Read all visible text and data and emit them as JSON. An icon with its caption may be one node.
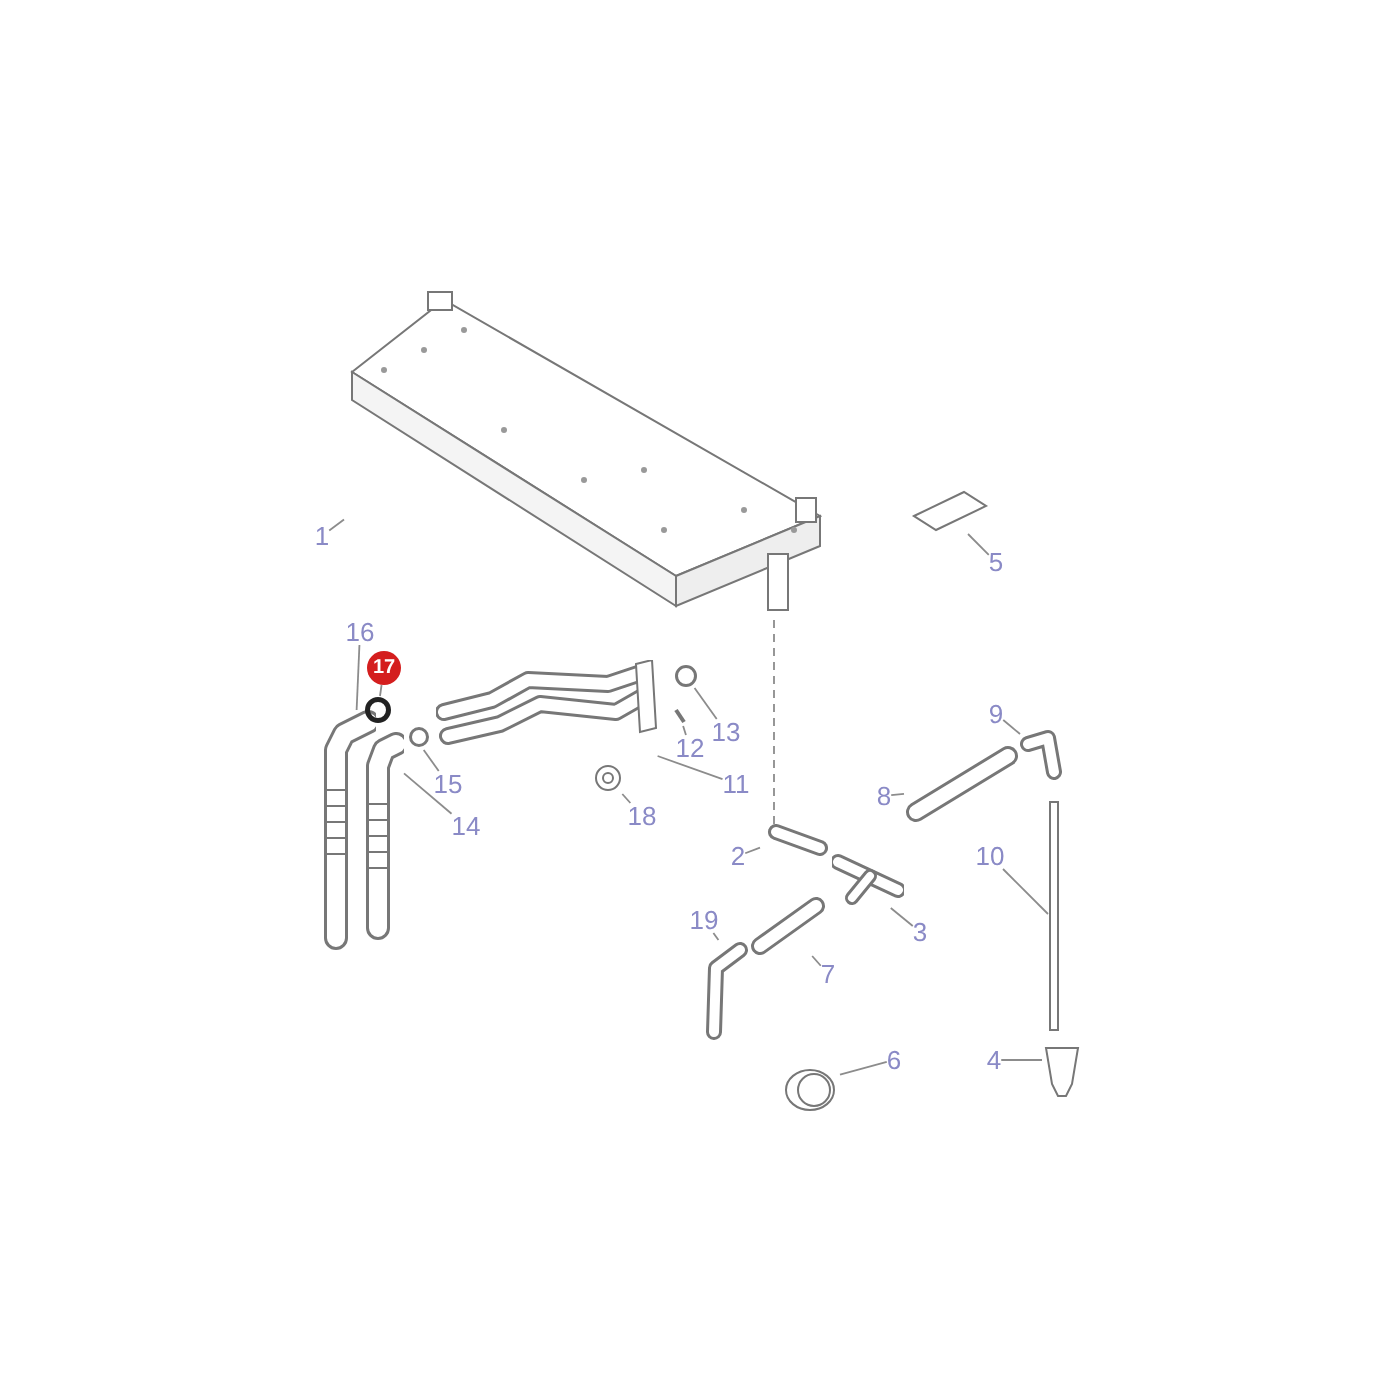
{
  "diagram": {
    "nodes": [
      {
        "text": [
          "1"
        ]
      },
      {
        "text": [
          "5"
        ]
      },
      {
        "text": [
          "16"
        ]
      },
      {
        "text": [
          "17"
        ]
      },
      {
        "text": [
          "13"
        ]
      },
      {
        "text": [
          "12"
        ]
      },
      {
        "text": [
          "11"
        ]
      },
      {
        "text": [
          "15"
        ]
      },
      {
        "text": [
          "18"
        ]
      },
      {
        "text": [
          "14"
        ]
      },
      {
        "text": [
          "9"
        ]
      },
      {
        "text": [
          "8"
        ]
      },
      {
        "text": [
          "2"
        ]
      },
      {
        "text": [
          "10"
        ]
      },
      {
        "text": [
          "3"
        ]
      },
      {
        "text": [
          "19"
        ]
      },
      {
        "text": [
          "7"
        ]
      },
      {
        "text": [
          "6"
        ]
      },
      {
        "text": [
          "4"
        ]
      },
      {
        "text": [],
        "shape": "picture"
      },
      {
        "text": [],
        "shape": "picture"
      },
      {
        "text": [],
        "shape": "picture"
      },
      {
        "text": [],
        "shape": "circle"
      },
      {
        "text": [],
        "shape": "circle"
      },
      {
        "text": [],
        "shape": "picture"
      },
      {
        "text": [],
        "shape": "picture"
      },
      {
        "text": [],
        "shape": "circle"
      },
      {
        "text": [],
        "shape": "picture"
      },
      {
        "text": [],
        "shape": "picture"
      },
      {
        "text": [],
        "shape": "picture"
      },
      {
        "text": [],
        "shape": "picture"
      },
      {
        "text": [],
        "shape": "picture"
      },
      {
        "text": [],
        "shape": "box"
      },
      {
        "text": [],
        "shape": "picture"
      },
      {
        "text": [],
        "shape": "picture"
      },
      {
        "text": [],
        "shape": "picture"
      },
      {
        "text": [],
        "shape": "picture"
      },
      {
        "text": [],
        "shape": "picture"
      }
    ],
    "edges": [
      {
        "from": 0,
        "to": 19,
        "arrow": "none"
      },
      {
        "from": 1,
        "to": 20,
        "arrow": "none"
      },
      {
        "from": 2,
        "to": 21,
        "arrow": "none"
      },
      {
        "from": 3,
        "to": 22,
        "arrow": "none"
      },
      {
        "from": 4,
        "to": 23,
        "arrow": "none"
      },
      {
        "from": 5,
        "to": 24,
        "arrow": "none"
      },
      {
        "from": 6,
        "to": 25,
        "arrow": "none"
      },
      {
        "from": 7,
        "to": 26,
        "arrow": "none"
      },
      {
        "from": 8,
        "to": 27,
        "arrow": "none"
      },
      {
        "from": 9,
        "to": 28,
        "arrow": "none"
      },
      {
        "from": 10,
        "to": 29,
        "arrow": "none"
      },
      {
        "from": 11,
        "to": 30,
        "arrow": "none"
      },
      {
        "from": 12,
        "to": 31,
        "arrow": "none"
      },
      {
        "from": 13,
        "to": 32,
        "arrow": "none"
      },
      {
        "from": 14,
        "to": 33,
        "arrow": "none"
      },
      {
        "from": 15,
        "to": 34,
        "arrow": "none"
      },
      {
        "from": 16,
        "to": 35,
        "arrow": "none"
      },
      {
        "from": 17,
        "to": 36,
        "arrow": "none"
      },
      {
        "from": 18,
        "to": 37,
        "arrow": "none"
      },
      {
        "from": 19,
        "to": 31,
        "arrow": "none",
        "style": "dashed"
      }
    ]
  }
}
